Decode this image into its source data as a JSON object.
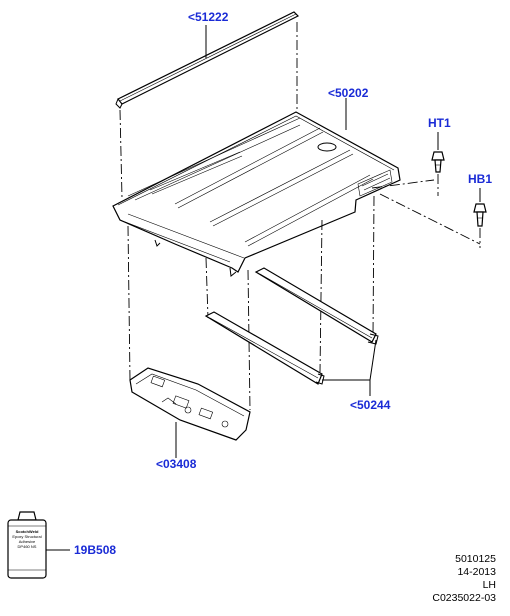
{
  "colors": {
    "callout": "#1a2bd6",
    "line": "#000000",
    "panel_fill": "#ffffff"
  },
  "callouts": {
    "moulding": "<51222",
    "roof_panel": "<50202",
    "bow_rear": "<50244",
    "trim_panel": "<03408",
    "fastener_top": "HT1",
    "fastener_bottom": "HB1",
    "adhesive": "19B508"
  },
  "adhesive_label": {
    "brand": "ScotchWeld",
    "lines": [
      "Epoxy Structural",
      "Adhesive"
    ],
    "code": "DP460 NS"
  },
  "reference": {
    "code1": "5010125",
    "code2": "14-2013",
    "side": "LH",
    "code3": "C0235022-03"
  }
}
